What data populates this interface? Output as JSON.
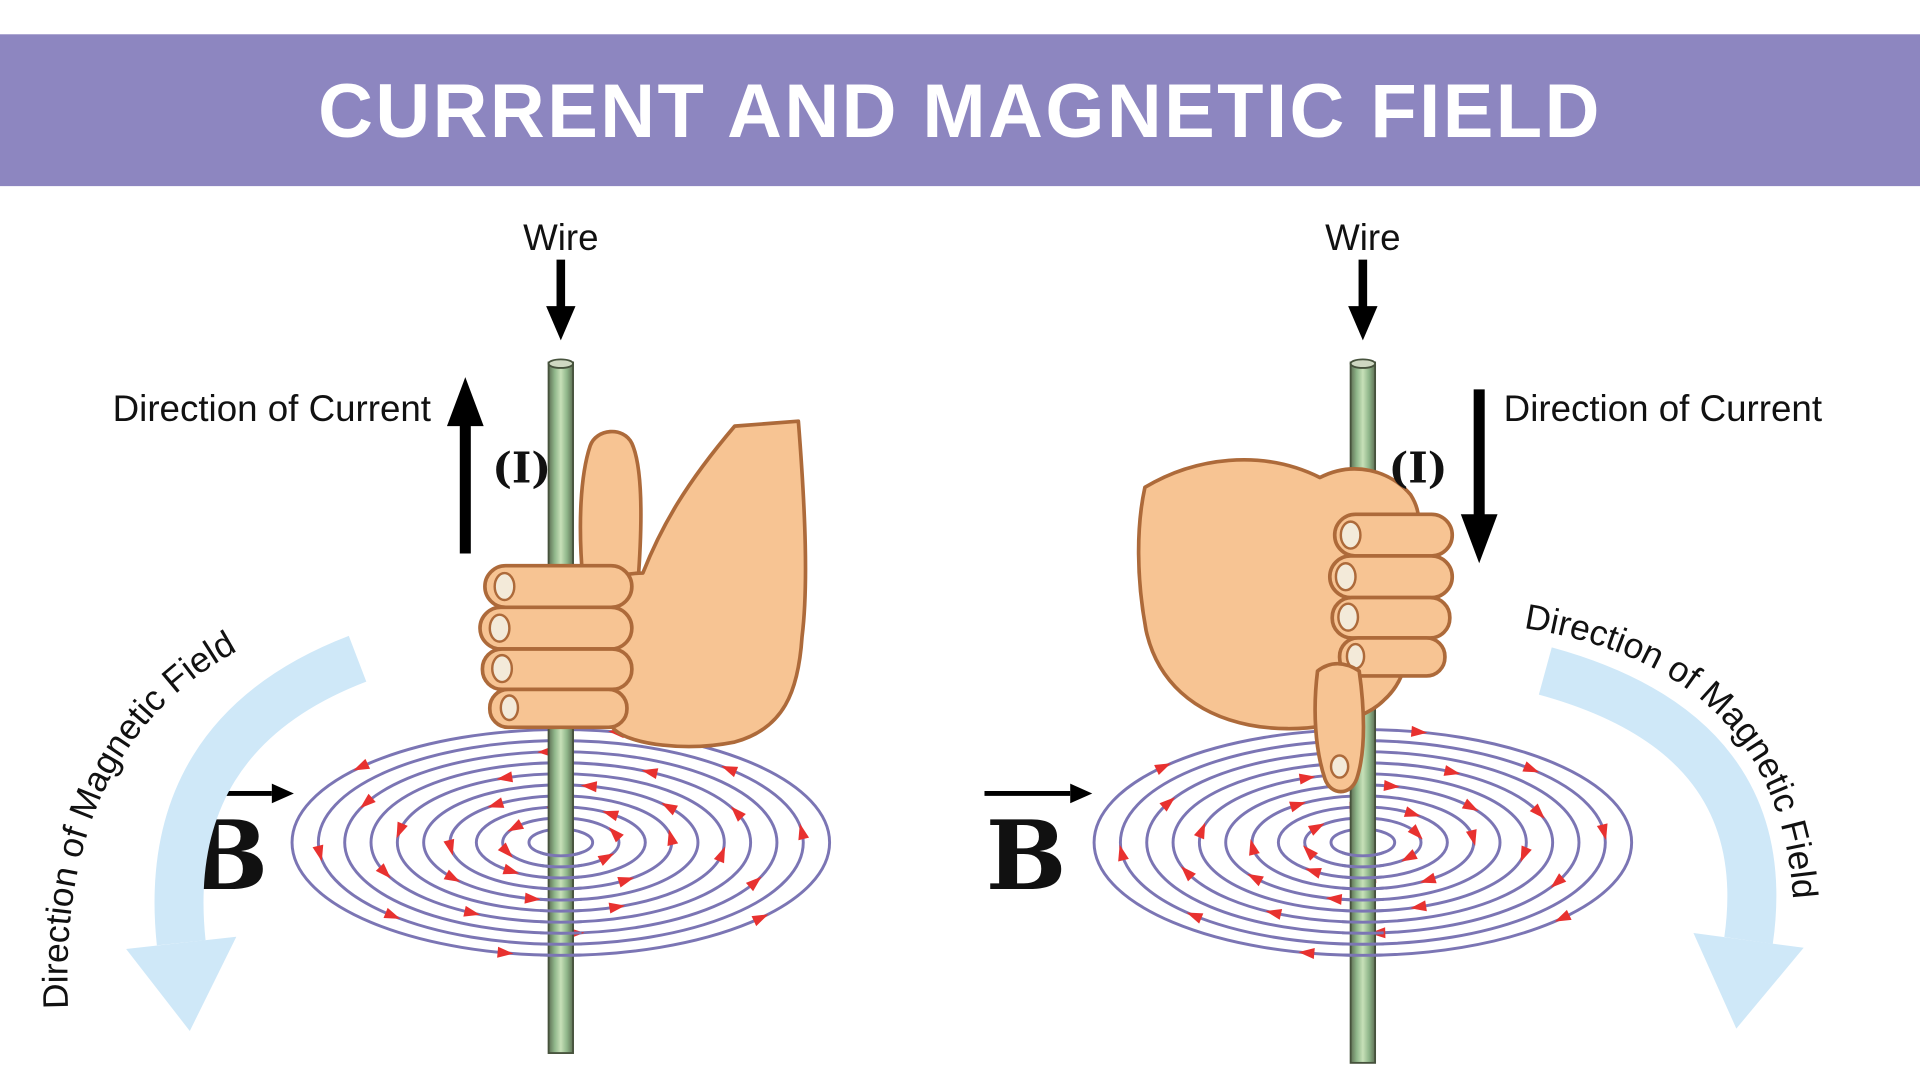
{
  "title": "CURRENT AND MAGNETIC FIELD",
  "colors": {
    "banner": "#8d86c0",
    "field_ring": "#7b75b4",
    "arrow_red": "#e8312f",
    "wire_green": "#b9d6ab",
    "skin": "#f7c493",
    "blue_arrow": "#cfe8f8"
  },
  "left": {
    "wire_label": "Wire",
    "current_label": "Direction of Current",
    "current_symbol": "(I)",
    "current_direction": "up",
    "field_vector_symbol": "B",
    "field_label": "Direction of Magnetic Field",
    "field_rotation": "counterclockwise"
  },
  "right": {
    "wire_label": "Wire",
    "current_label": "Direction of Current",
    "current_symbol": "(I)",
    "current_direction": "down",
    "field_vector_symbol": "B",
    "field_label": "Direction of Magnetic Field",
    "field_rotation": "clockwise"
  }
}
